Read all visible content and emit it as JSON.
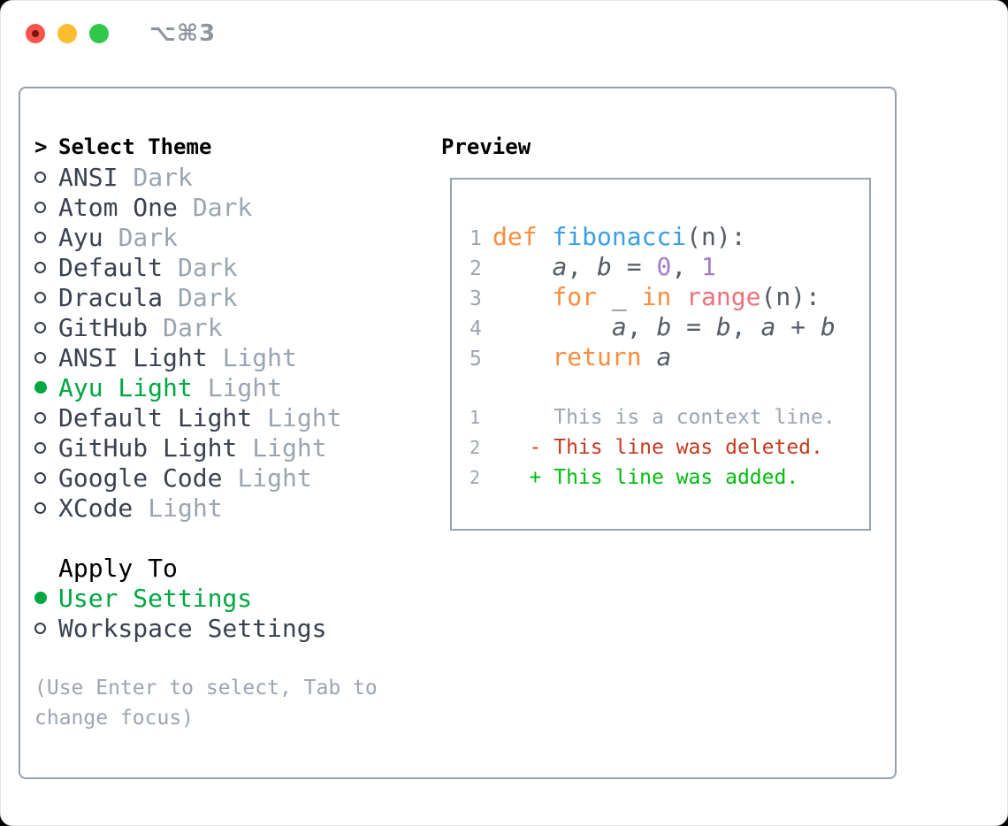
{
  "titlebar": {
    "shortcut": "⌥⌘3"
  },
  "theme_list": {
    "cursor": ">",
    "header": "Select Theme",
    "items": [
      {
        "name": "ANSI",
        "variant": "Dark",
        "selected": false
      },
      {
        "name": "Atom One",
        "variant": "Dark",
        "selected": false
      },
      {
        "name": "Ayu",
        "variant": "Dark",
        "selected": false
      },
      {
        "name": "Default",
        "variant": "Dark",
        "selected": false
      },
      {
        "name": "Dracula",
        "variant": "Dark",
        "selected": false
      },
      {
        "name": "GitHub",
        "variant": "Dark",
        "selected": false
      },
      {
        "name": "ANSI Light",
        "variant": "Light",
        "selected": false
      },
      {
        "name": "Ayu Light",
        "variant": "Light",
        "selected": true
      },
      {
        "name": "Default Light",
        "variant": "Light",
        "selected": false
      },
      {
        "name": "GitHub Light",
        "variant": "Light",
        "selected": false
      },
      {
        "name": "Google Code",
        "variant": "Light",
        "selected": false
      },
      {
        "name": "XCode",
        "variant": "Light",
        "selected": false
      }
    ]
  },
  "apply_to": {
    "header": "Apply To",
    "options": [
      {
        "name": "User Settings",
        "selected": true
      },
      {
        "name": "Workspace Settings",
        "selected": false
      }
    ]
  },
  "help": {
    "lines": [
      "(Use Enter to select, Tab to",
      "change focus)"
    ]
  },
  "preview": {
    "header": "Preview",
    "lines": [
      {
        "kind": "code",
        "num": "1",
        "tokens": [
          [
            "k",
            "def"
          ],
          [
            "p",
            " "
          ],
          [
            "f",
            "fibonacci"
          ],
          [
            "p",
            "(n):"
          ]
        ]
      },
      {
        "kind": "code",
        "num": "2",
        "tokens": [
          [
            "p",
            "    "
          ],
          [
            "v",
            "a"
          ],
          [
            "p",
            ", "
          ],
          [
            "v",
            "b"
          ],
          [
            "p",
            " = "
          ],
          [
            "n",
            "0"
          ],
          [
            "p",
            ", "
          ],
          [
            "n",
            "1"
          ]
        ]
      },
      {
        "kind": "code",
        "num": "3",
        "tokens": [
          [
            "p",
            "    "
          ],
          [
            "k",
            "for"
          ],
          [
            "p",
            " _ "
          ],
          [
            "k",
            "in"
          ],
          [
            "p",
            " "
          ],
          [
            "c",
            "range"
          ],
          [
            "p",
            "(n):"
          ]
        ]
      },
      {
        "kind": "code",
        "num": "4",
        "tokens": [
          [
            "p",
            "        "
          ],
          [
            "v",
            "a"
          ],
          [
            "p",
            ", "
          ],
          [
            "v",
            "b"
          ],
          [
            "p",
            " = "
          ],
          [
            "v",
            "b"
          ],
          [
            "p",
            ", "
          ],
          [
            "v",
            "a"
          ],
          [
            "p",
            " + "
          ],
          [
            "v",
            "b"
          ]
        ]
      },
      {
        "kind": "code",
        "num": "5",
        "tokens": [
          [
            "p",
            "    "
          ],
          [
            "k",
            "return"
          ],
          [
            "p",
            " "
          ],
          [
            "v",
            "a"
          ]
        ]
      },
      {
        "kind": "blank",
        "num": "",
        "tokens": []
      },
      {
        "kind": "diff",
        "num": "1",
        "tokens": [
          [
            "ctx",
            "     This is a context line."
          ]
        ]
      },
      {
        "kind": "diff",
        "num": "2",
        "tokens": [
          [
            "del",
            "   - This line was deleted."
          ]
        ]
      },
      {
        "kind": "diff",
        "num": "2",
        "tokens": [
          [
            "add",
            "   + This line was added."
          ]
        ]
      }
    ]
  },
  "colors": {
    "accent_green": "#00a742",
    "diff_added": "#00bd0c",
    "diff_deleted": "#c43a1f",
    "keyword": "#fa8d3e",
    "function": "#399ee6",
    "number": "#a37acc",
    "call": "#f0717b",
    "code_text": "#545c66",
    "muted": "#9aa5b2",
    "text": "#3a4250",
    "traffic_red": "#f4544d",
    "traffic_yellow": "#fbbd2f",
    "traffic_green": "#30c74a"
  }
}
